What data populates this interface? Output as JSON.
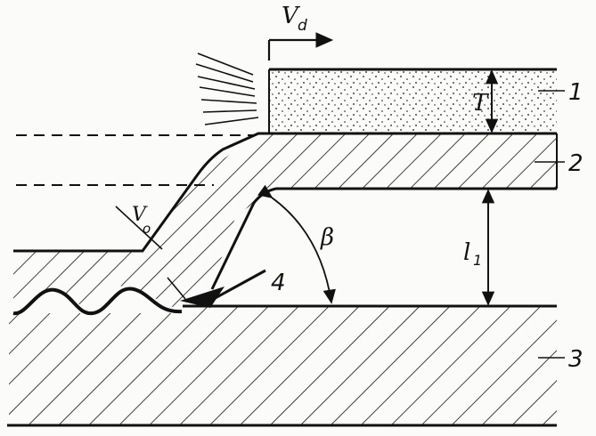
{
  "labels": {
    "vd": "V",
    "vd_sub": "d",
    "vo": "V",
    "vo_sub": "o",
    "t": "T",
    "beta": "β",
    "l1": "l",
    "l1_sub": "1",
    "part1": "1",
    "part2": "2",
    "part3": "3",
    "part4": "4"
  },
  "colors": {
    "ink": "#111111",
    "paper": "#fbfbf9"
  }
}
